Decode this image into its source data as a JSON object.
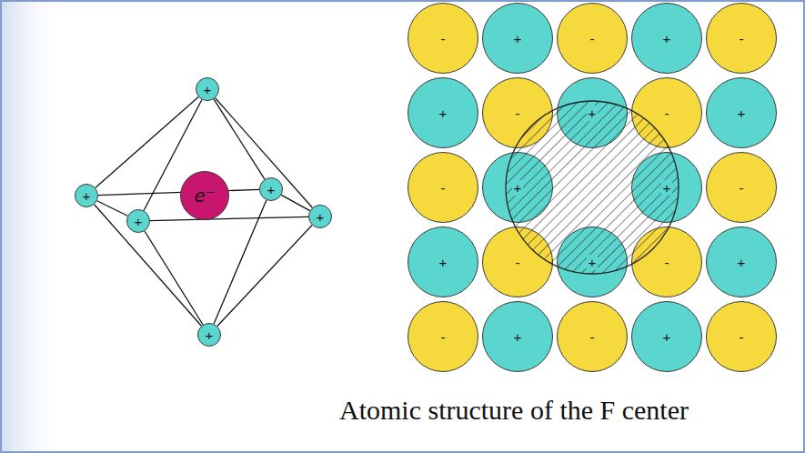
{
  "diagram": {
    "caption": "Atomic structure of the F center",
    "nodes": [
      {
        "text": [
          "+"
        ]
      },
      {
        "text": [
          "+"
        ]
      },
      {
        "text": [
          "e⁻"
        ]
      },
      {
        "text": [
          "+"
        ]
      },
      {
        "text": [
          "+"
        ]
      },
      {
        "text": [
          "+"
        ]
      },
      {
        "text": [
          "+"
        ]
      },
      {
        "text": [
          "-"
        ]
      },
      {
        "text": [
          "+"
        ]
      },
      {
        "text": [
          "-"
        ]
      },
      {
        "text": [
          "+"
        ]
      },
      {
        "text": [
          "-"
        ]
      },
      {
        "text": [
          "+"
        ]
      },
      {
        "text": [
          "-"
        ]
      },
      {
        "text": [
          "+"
        ]
      },
      {
        "text": [
          "-"
        ]
      },
      {
        "text": [
          "+"
        ]
      },
      {
        "text": [
          "-"
        ]
      },
      {
        "text": [
          "+"
        ]
      },
      {
        "text": [
          "+"
        ]
      },
      {
        "text": [
          "-"
        ]
      },
      {
        "text": [
          "+"
        ]
      },
      {
        "text": [
          "-"
        ]
      },
      {
        "text": [
          "+"
        ]
      },
      {
        "text": [
          "-"
        ]
      },
      {
        "text": [
          "+"
        ]
      },
      {
        "text": [
          "-"
        ]
      },
      {
        "text": [
          "+"
        ]
      },
      {
        "text": [
          "-"
        ]
      },
      {
        "text": [
          "+"
        ]
      },
      {
        "text": [
          "-"
        ]
      }
    ],
    "edges": [
      {
        "from": 0,
        "to": 1,
        "arrow": "none"
      },
      {
        "from": 0,
        "to": 3,
        "arrow": "none"
      },
      {
        "from": 0,
        "to": 4,
        "arrow": "none"
      },
      {
        "from": 0,
        "to": 5,
        "arrow": "none"
      },
      {
        "from": 6,
        "to": 1,
        "arrow": "none"
      },
      {
        "from": 6,
        "to": 3,
        "arrow": "none"
      },
      {
        "from": 6,
        "to": 4,
        "arrow": "none"
      },
      {
        "from": 6,
        "to": 5,
        "arrow": "none"
      },
      {
        "from": 1,
        "to": 5,
        "arrow": "none"
      },
      {
        "from": 5,
        "to": 4,
        "arrow": "none"
      },
      {
        "from": 4,
        "to": 3,
        "arrow": "none"
      },
      {
        "from": 3,
        "to": 1,
        "arrow": "none"
      }
    ]
  }
}
